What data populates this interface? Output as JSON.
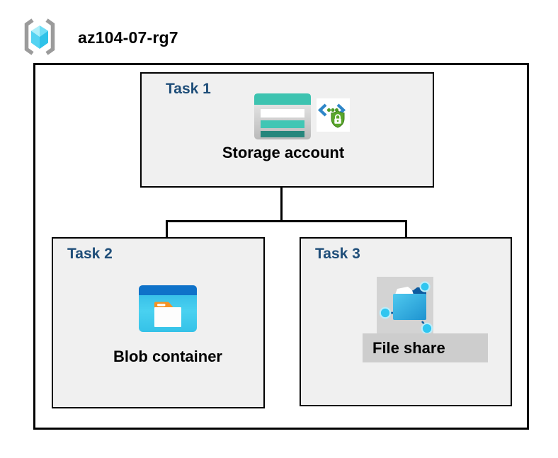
{
  "header": {
    "icon": "resource-group-icon",
    "title": "az104-07-rg7"
  },
  "tasks": {
    "task1": {
      "label": "Task 1",
      "node_label": "Storage account",
      "icons": [
        "storage-account-icon",
        "sas-security-icon"
      ]
    },
    "task2": {
      "label": "Task 2",
      "node_label": "Blob container",
      "icons": [
        "blob-container-icon"
      ]
    },
    "task3": {
      "label": "Task 3",
      "node_label": "File share",
      "icons": [
        "file-share-icon"
      ]
    }
  },
  "connections": [
    {
      "from": "Storage account",
      "to": "Blob container"
    },
    {
      "from": "Storage account",
      "to": "File share"
    }
  ],
  "colors": {
    "task_label_blue": "#1F4E79",
    "task_box_background": "#F0F0F0",
    "diagram_border": "#000000",
    "file_share_highlight": "#D3D3D3",
    "storage_teal": "#3DC3B0",
    "storage_teal_dark": "#26867C",
    "blob_bar_blue": "#0F72C9",
    "blob_body_cyan": "#3BC6EC",
    "folder_tab_orange": "#F79324",
    "share_node_cyan": "#2FC6F0",
    "share_line_blue": "#0D5A9E",
    "sas_bracket_blue": "#2E86C8",
    "sas_shield_green": "#5AA72B",
    "rg_bracket_gray": "#9B9B9B",
    "rg_cube_cyan": "#5FD9F4"
  }
}
